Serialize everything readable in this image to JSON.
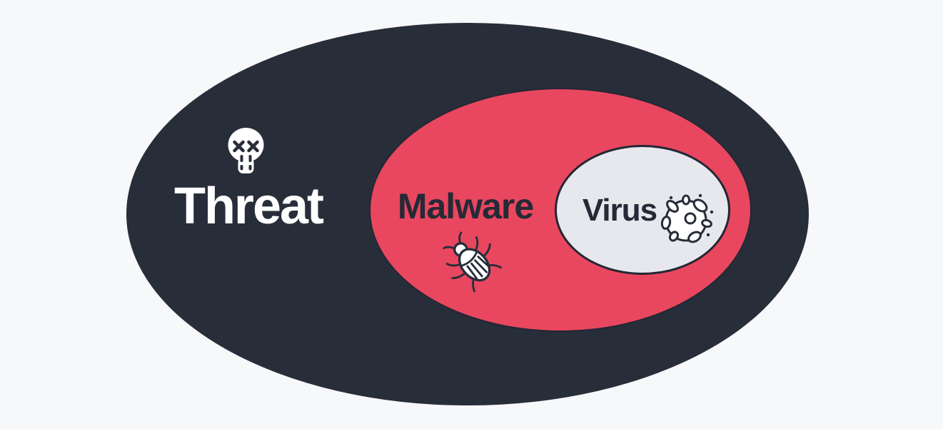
{
  "diagram": {
    "type": "euler-nested-sets",
    "sets": [
      {
        "label": "Threat",
        "icon": "skull-icon",
        "fill": "#282D3A",
        "text_color": "#FFFFFF"
      },
      {
        "label": "Malware",
        "icon": "bug-icon",
        "fill": "#E9475F",
        "text_color": "#252A36"
      },
      {
        "label": "Virus",
        "icon": "virus-icon",
        "fill": "#E6E8ED",
        "text_color": "#252A36"
      }
    ]
  },
  "colors": {
    "background": "#F7F8FA",
    "outline": "#232733",
    "icon_stroke": "#282D3A",
    "icon_fill": "#FFFFFF"
  }
}
